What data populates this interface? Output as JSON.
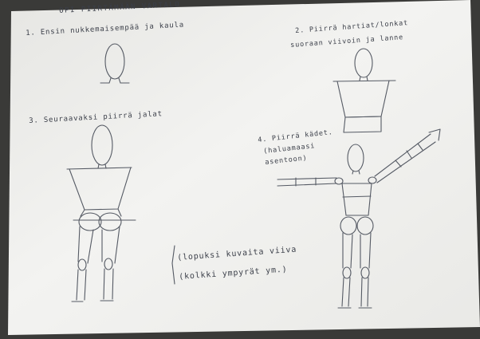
{
  "photo": {
    "background_color": "#3a3a38",
    "paper_color": "#f1f1ef",
    "ink_color": "#3b3f49"
  },
  "notes": {
    "title": "OPI PIIRTÄMÄÄN VARTALO",
    "step1": "1. Ensin nukkemaisempää ja kaula",
    "step2_line1": "2. Piirrä hartiat/lonkat",
    "step2_line2": "suoraan viivoin ja lanne",
    "step3": "3. Seuraavaksi piirrä jalat",
    "step4_line1": "4. Piirrä kädet.",
    "step4_line2": "(haluamaasi",
    "step4_line3": "asentoon)",
    "step5_line1": "(lopuksi kuvaita viiva",
    "step5_line2": "(kolkki ympyrät ym.)"
  }
}
